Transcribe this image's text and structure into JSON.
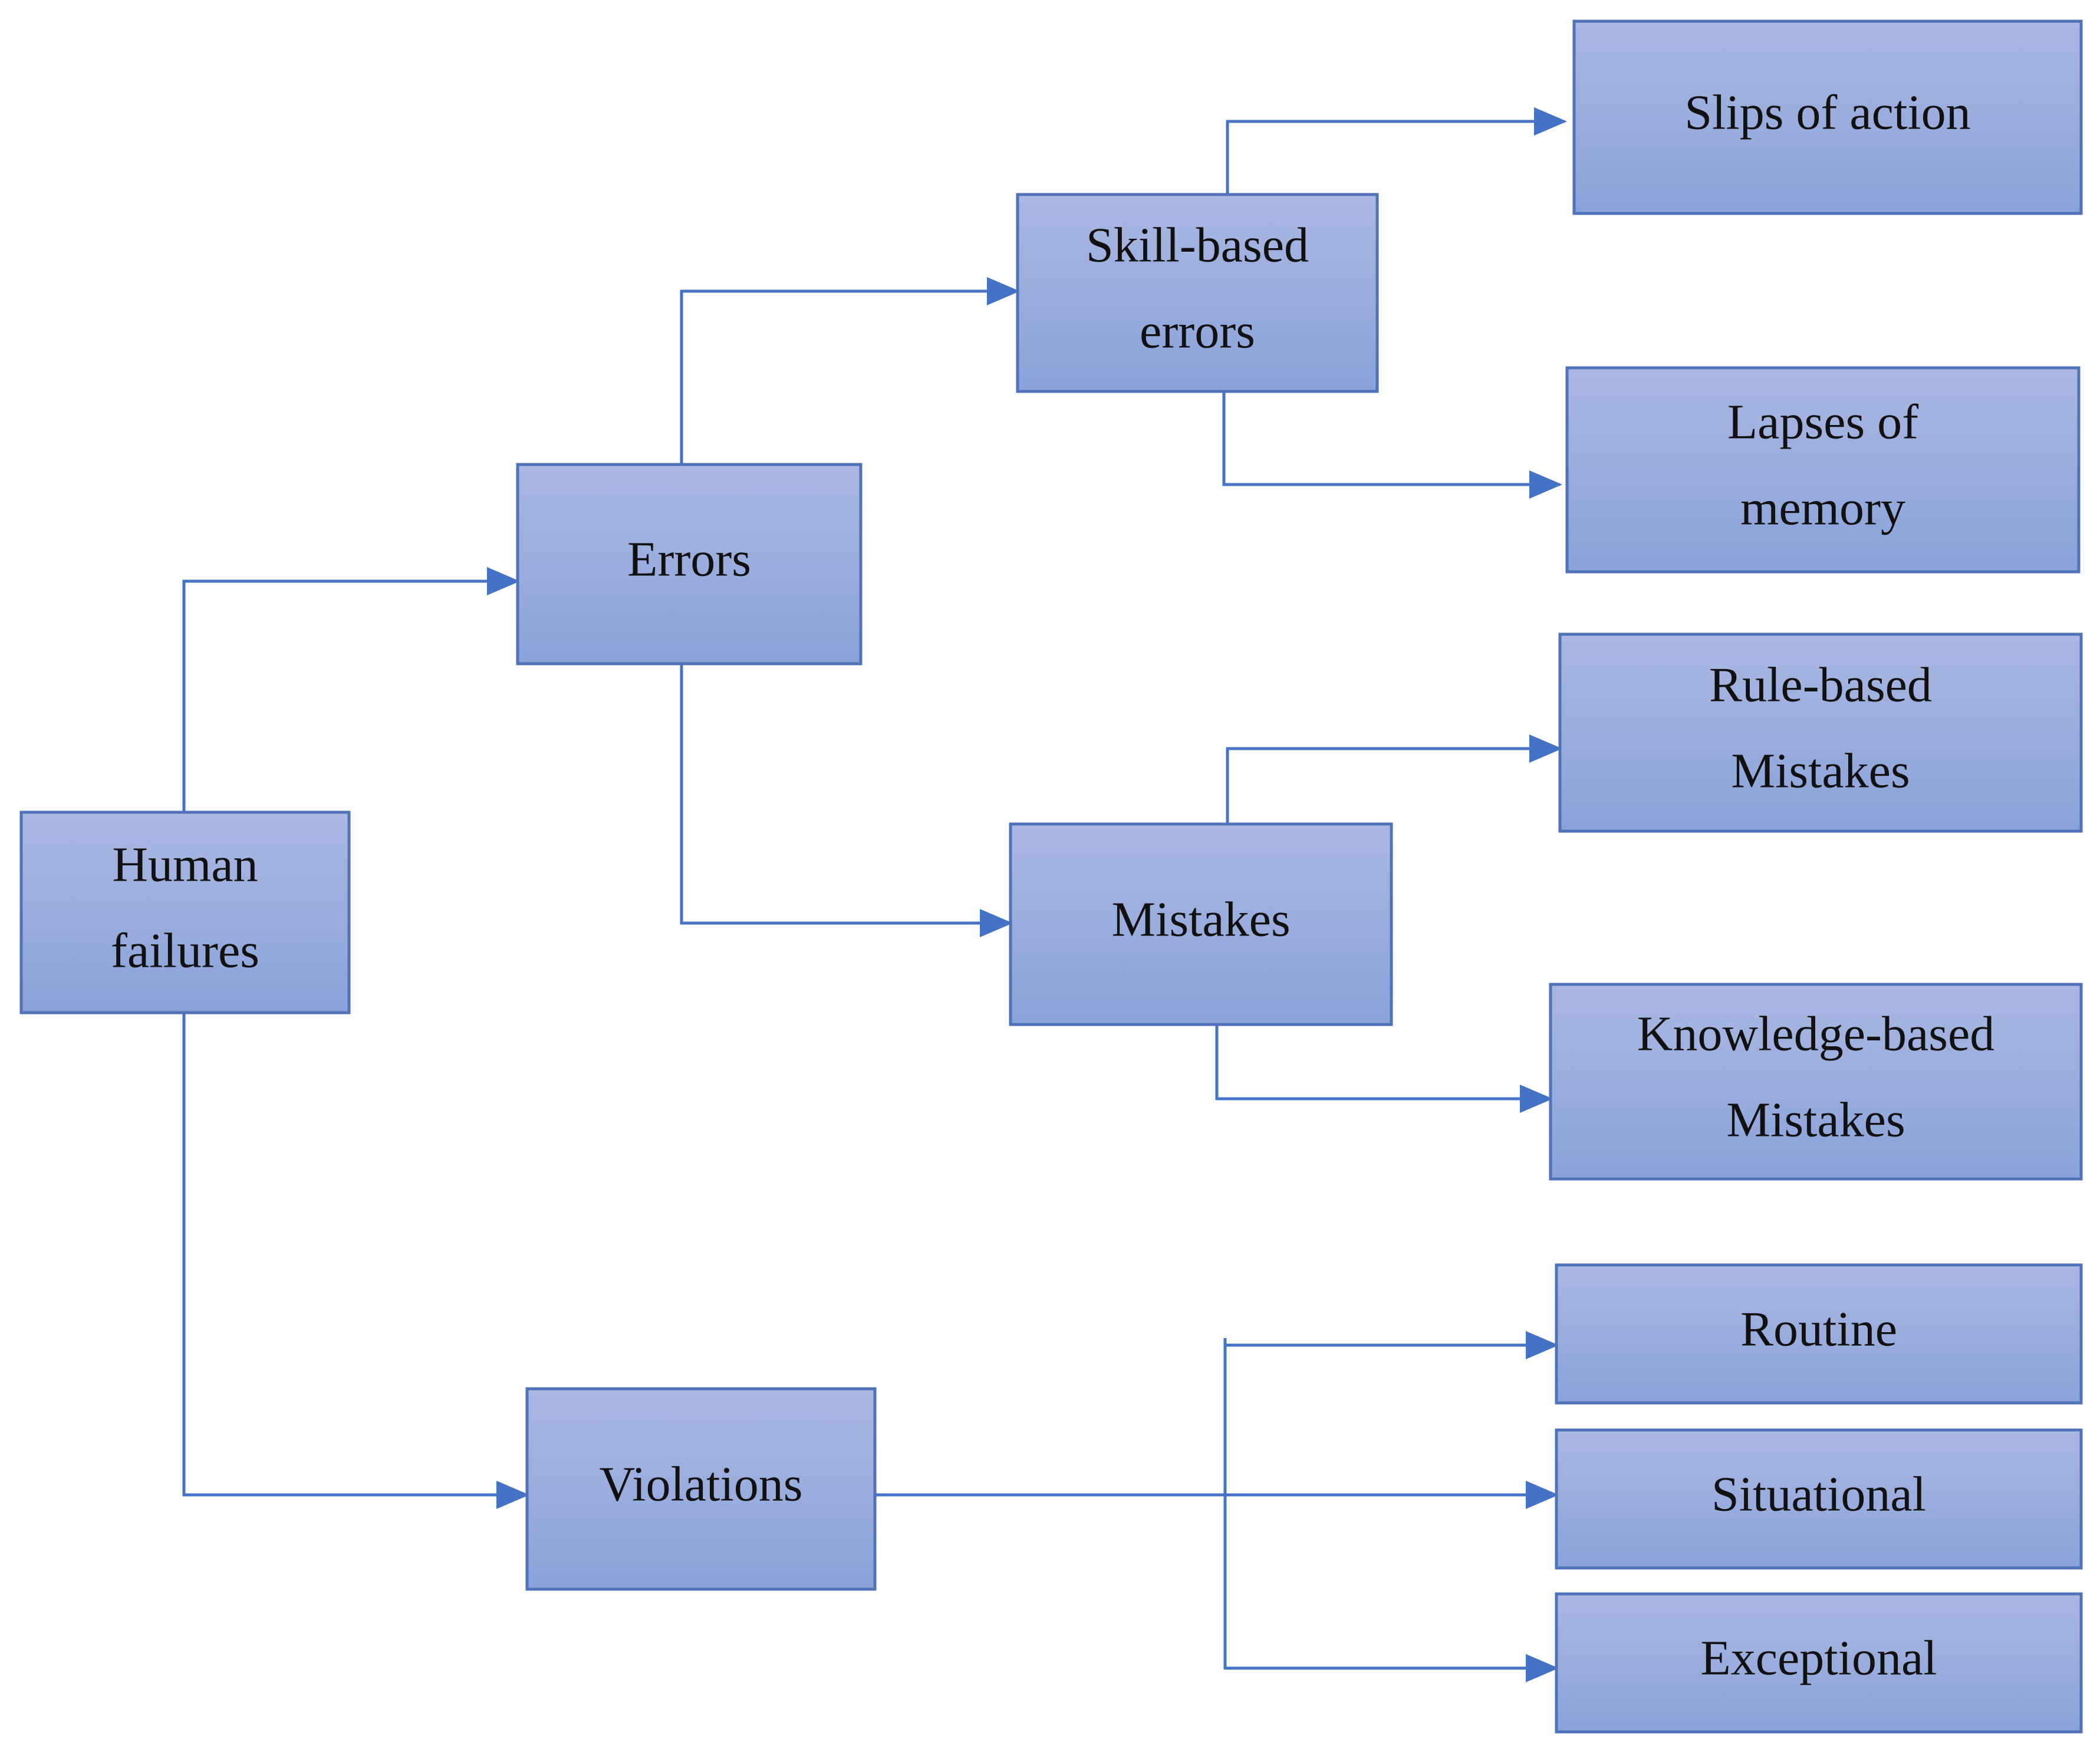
{
  "colors": {
    "box_fill_top": "#aab8e2",
    "box_fill_bottom": "#8aa2d9",
    "box_border": "#4f72b8",
    "connector": "#4472c4",
    "text": "#111111"
  },
  "nodes": [
    {
      "id": "human-failures",
      "lines": [
        "Human",
        "failures"
      ]
    },
    {
      "id": "errors",
      "lines": [
        "Errors"
      ]
    },
    {
      "id": "violations",
      "lines": [
        "Violations"
      ]
    },
    {
      "id": "skill-based-errors",
      "lines": [
        "Skill-based",
        "errors"
      ]
    },
    {
      "id": "mistakes",
      "lines": [
        "Mistakes"
      ]
    },
    {
      "id": "slips-of-action",
      "lines": [
        "Slips of action"
      ]
    },
    {
      "id": "lapses-of-memory",
      "lines": [
        "Lapses of",
        "memory"
      ]
    },
    {
      "id": "rule-based-mistakes",
      "lines": [
        "Rule-based",
        "Mistakes"
      ]
    },
    {
      "id": "knowledge-based-mistakes",
      "lines": [
        "Knowledge-based",
        "Mistakes"
      ]
    },
    {
      "id": "routine",
      "lines": [
        "Routine"
      ]
    },
    {
      "id": "situational",
      "lines": [
        "Situational"
      ]
    },
    {
      "id": "exceptional",
      "lines": [
        "Exceptional"
      ]
    }
  ],
  "edges": [
    {
      "from": "human-failures",
      "to": "errors"
    },
    {
      "from": "human-failures",
      "to": "violations"
    },
    {
      "from": "errors",
      "to": "skill-based-errors"
    },
    {
      "from": "errors",
      "to": "mistakes"
    },
    {
      "from": "skill-based-errors",
      "to": "slips-of-action"
    },
    {
      "from": "skill-based-errors",
      "to": "lapses-of-memory"
    },
    {
      "from": "mistakes",
      "to": "rule-based-mistakes"
    },
    {
      "from": "mistakes",
      "to": "knowledge-based-mistakes"
    },
    {
      "from": "violations",
      "to": "routine"
    },
    {
      "from": "violations",
      "to": "situational"
    },
    {
      "from": "violations",
      "to": "exceptional"
    }
  ]
}
